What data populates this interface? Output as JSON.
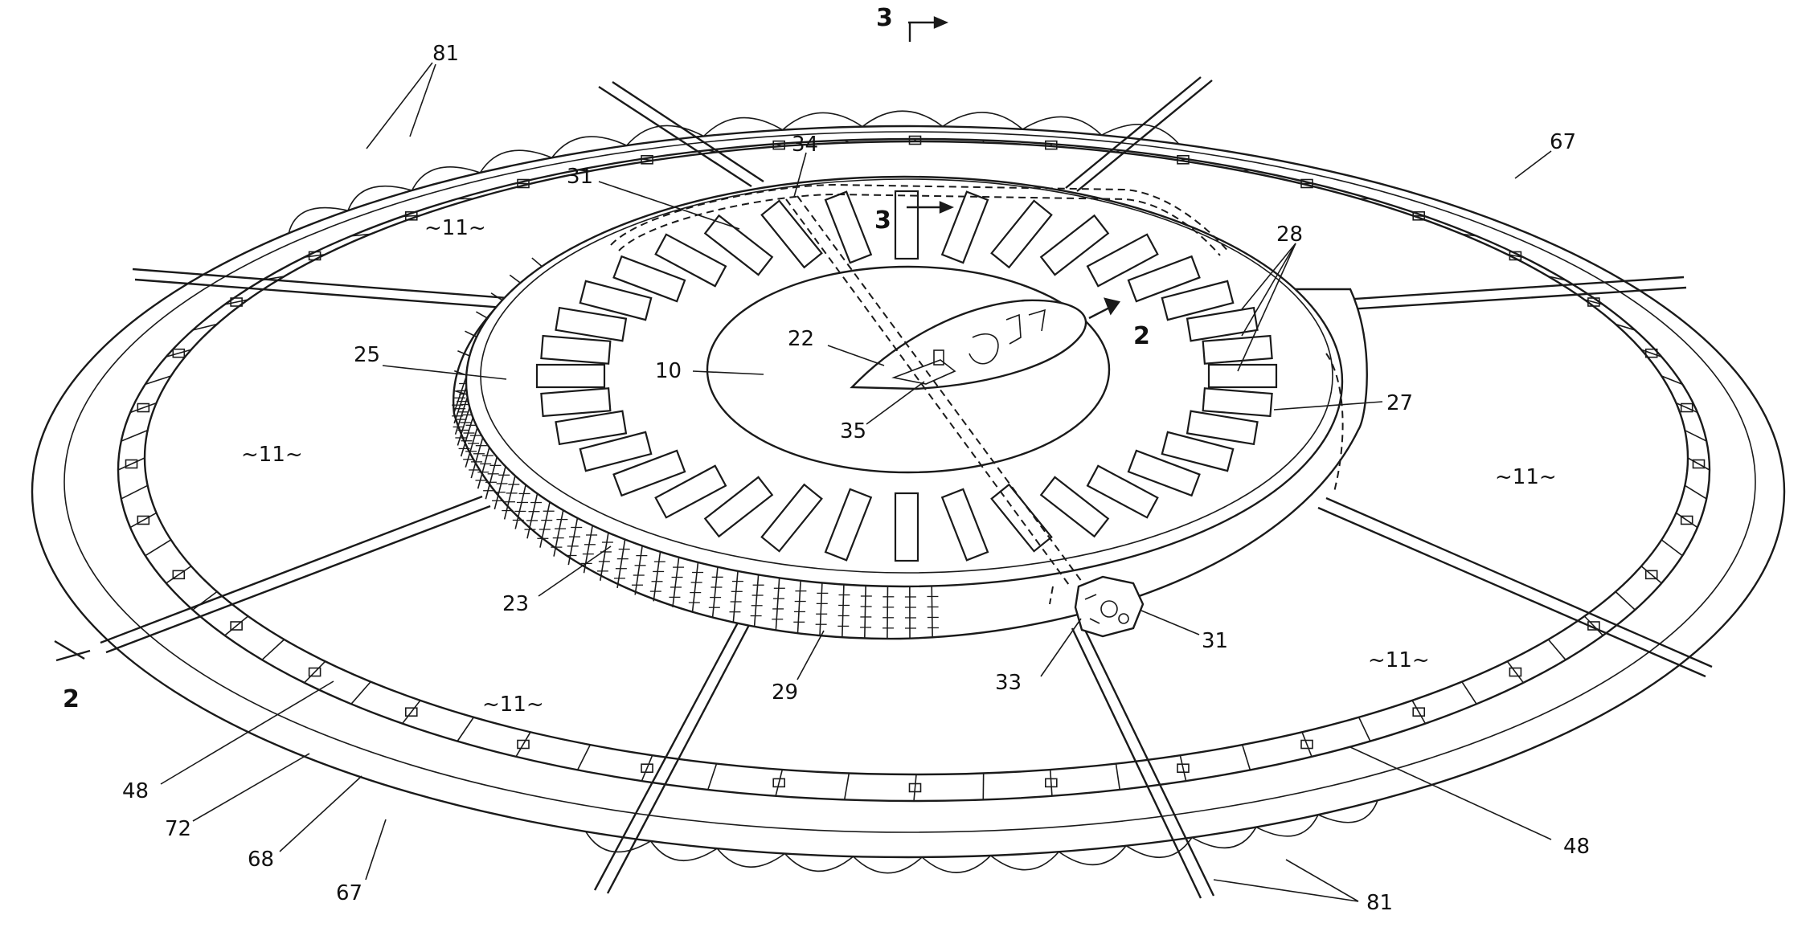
{
  "figure": {
    "labels": {
      "section_3_top": "3",
      "section_3_inner": "3",
      "section_2_right": "2",
      "section_2_left": "2",
      "r81_top": "81",
      "r81_bottom": "81",
      "r34": "34",
      "r31_top": "31",
      "r31_bottom": "31",
      "r67_top": "67",
      "r67_bottom": "67",
      "r28": "28",
      "r27": "27",
      "r25": "25",
      "r22": "22",
      "r10": "10",
      "r35": "35",
      "r23": "23",
      "r29": "29",
      "r33": "33",
      "r48_left": "48",
      "r48_right": "48",
      "r72": "72",
      "r68": "68",
      "panel_nw": "~11~",
      "panel_w": "~11~",
      "panel_sw": "~11~",
      "panel_e": "~11~",
      "panel_se": "~11~"
    }
  }
}
